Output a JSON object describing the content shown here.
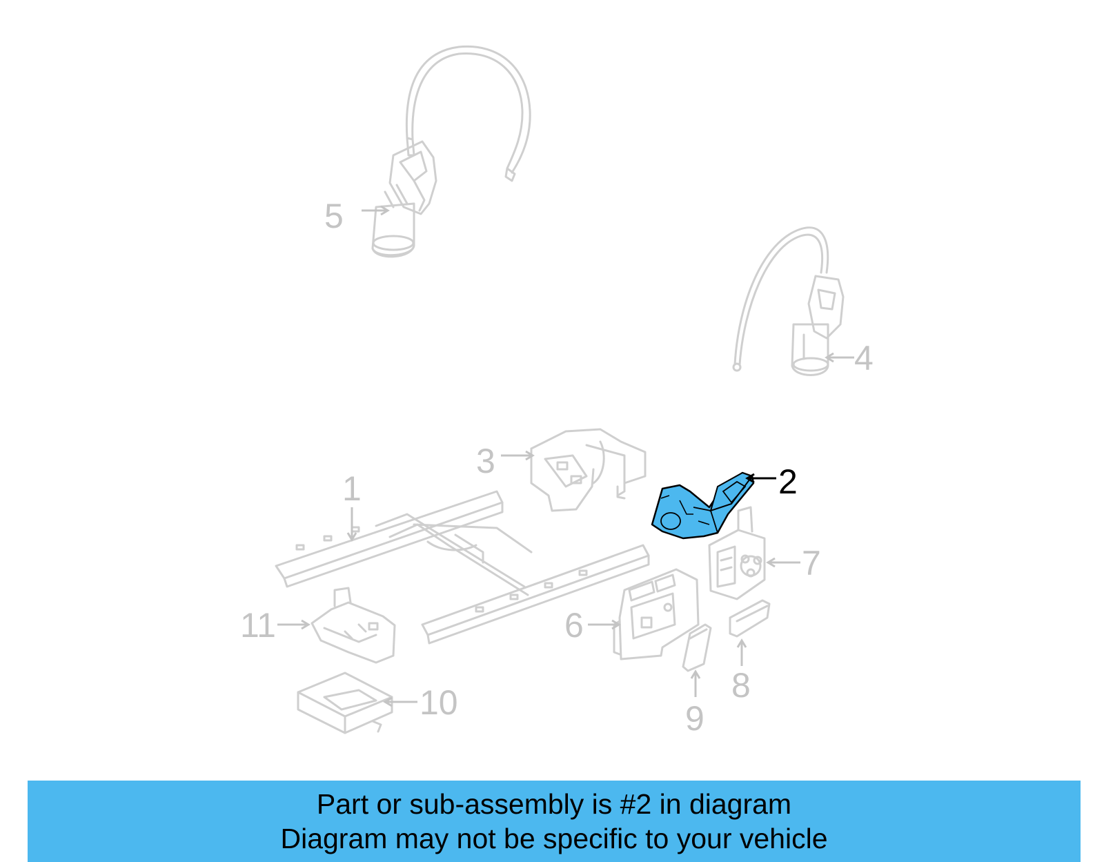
{
  "colors": {
    "highlight": "#4cb8ef",
    "banner": "#4cb8ef",
    "ghost_lines": "#cfcfcf",
    "ghost_labels": "#c4c4c4"
  },
  "highlighted_part": "2",
  "callouts": [
    {
      "id": "1",
      "label": "1"
    },
    {
      "id": "2",
      "label": "2"
    },
    {
      "id": "3",
      "label": "3"
    },
    {
      "id": "4",
      "label": "4"
    },
    {
      "id": "5",
      "label": "5"
    },
    {
      "id": "6",
      "label": "6"
    },
    {
      "id": "7",
      "label": "7"
    },
    {
      "id": "8",
      "label": "8"
    },
    {
      "id": "9",
      "label": "9"
    },
    {
      "id": "10",
      "label": "10"
    },
    {
      "id": "11",
      "label": "11"
    }
  ],
  "banner": {
    "line1": "Part or sub-assembly is #2 in diagram",
    "line2": "Diagram may not be specific to your vehicle"
  }
}
